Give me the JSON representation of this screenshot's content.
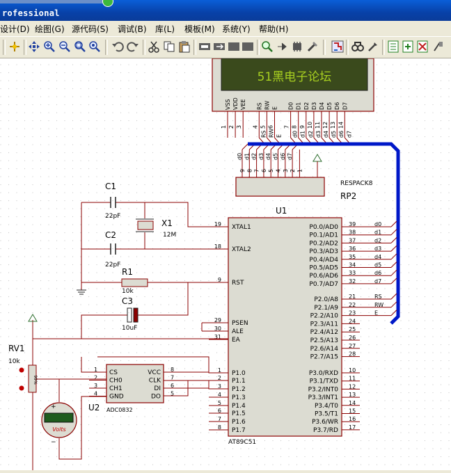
{
  "window": {
    "title": "rofessional"
  },
  "menu": [
    {
      "label": "设计(D)"
    },
    {
      "label": "绘图(G)"
    },
    {
      "label": "源代码(S)"
    },
    {
      "label": "调试(B)"
    },
    {
      "label": "库(L)"
    },
    {
      "label": "模板(M)"
    },
    {
      "label": "系统(Y)"
    },
    {
      "label": "帮助(H)"
    }
  ],
  "toolbar": [
    "add-component-icon",
    "move-icon",
    "zoom-in-icon",
    "zoom-out-icon",
    "zoom-area-icon",
    "zoom-all-icon",
    "undo-icon",
    "redo-icon",
    "cut-icon",
    "copy-icon",
    "paste-icon",
    "block-copy-icon",
    "block-move-icon",
    "block-rotate-icon",
    "block-delete-icon",
    "pick-device-icon",
    "make-device-icon",
    "package-tool-icon",
    "decompose-icon",
    "wire-autoroute-icon",
    "search-icon",
    "property-tool-icon",
    "design-explorer-icon",
    "new-sheet-icon",
    "delete-sheet-icon",
    "netlist-icon"
  ],
  "schematic": {
    "lcd": {
      "text": "51黑电子论坛",
      "pins": [
        "VSS",
        "VDD",
        "VEE",
        "RS",
        "RW",
        "E",
        "D0",
        "D1",
        "D2",
        "D3",
        "D4",
        "D5",
        "D6",
        "D7"
      ],
      "pin_numbers": [
        "1",
        "2",
        "3",
        "4",
        "5",
        "6",
        "7",
        "8",
        "9",
        "10",
        "11",
        "12",
        "13",
        "14"
      ],
      "nets": [
        "RS",
        "RW",
        "E",
        "d0",
        "d1",
        "d2",
        "d3",
        "d4",
        "d5",
        "d6",
        "d7"
      ]
    },
    "rp2": {
      "ref": "RP2",
      "value": "RESPACK8",
      "pin_numbers": [
        "9",
        "8",
        "7",
        "6",
        "5",
        "4",
        "3",
        "2",
        "1"
      ],
      "nets": [
        "d0",
        "d1",
        "d2",
        "d3",
        "d4",
        "d5",
        "d6",
        "d7"
      ]
    },
    "c1": {
      "ref": "C1",
      "value": "22pF"
    },
    "c2": {
      "ref": "C2",
      "value": "22pF"
    },
    "c3": {
      "ref": "C3",
      "value": "10uF"
    },
    "x1": {
      "ref": "X1",
      "value": "12M"
    },
    "r1": {
      "ref": "R1",
      "value": "10k"
    },
    "rv1": {
      "ref": "RV1",
      "value": "10k",
      "body": "99%"
    },
    "voltmeter": {
      "label": "Volts"
    },
    "u1": {
      "ref": "U1",
      "part": "AT89C51",
      "left_pins": [
        {
          "num": "19",
          "name": "XTAL1"
        },
        {
          "num": "18",
          "name": "XTAL2"
        },
        {
          "num": "9",
          "name": "RST"
        },
        {
          "num": "29",
          "name": "PSEN"
        },
        {
          "num": "30",
          "name": "ALE"
        },
        {
          "num": "31",
          "name": "EA"
        },
        {
          "num": "1",
          "name": "P1.0"
        },
        {
          "num": "2",
          "name": "P1.1"
        },
        {
          "num": "3",
          "name": "P1.2"
        },
        {
          "num": "4",
          "name": "P1.3"
        },
        {
          "num": "5",
          "name": "P1.4"
        },
        {
          "num": "6",
          "name": "P1.5"
        },
        {
          "num": "7",
          "name": "P1.6"
        },
        {
          "num": "8",
          "name": "P1.7"
        }
      ],
      "right_pins": [
        {
          "num": "39",
          "name": "P0.0/AD0",
          "net": "d0"
        },
        {
          "num": "38",
          "name": "P0.1/AD1",
          "net": "d1"
        },
        {
          "num": "37",
          "name": "P0.2/AD2",
          "net": "d2"
        },
        {
          "num": "36",
          "name": "P0.3/AD3",
          "net": "d3"
        },
        {
          "num": "35",
          "name": "P0.4/AD4",
          "net": "d4"
        },
        {
          "num": "34",
          "name": "P0.5/AD5",
          "net": "d5"
        },
        {
          "num": "33",
          "name": "P0.6/AD6",
          "net": "d6"
        },
        {
          "num": "32",
          "name": "P0.7/AD7",
          "net": "d7"
        },
        {
          "num": "21",
          "name": "P2.0/A8",
          "net": "RS"
        },
        {
          "num": "22",
          "name": "P2.1/A9",
          "net": "RW"
        },
        {
          "num": "23",
          "name": "P2.2/A10",
          "net": "E"
        },
        {
          "num": "24",
          "name": "P2.3/A11",
          "net": ""
        },
        {
          "num": "25",
          "name": "P2.4/A12",
          "net": ""
        },
        {
          "num": "26",
          "name": "P2.5/A13",
          "net": ""
        },
        {
          "num": "27",
          "name": "P2.6/A14",
          "net": ""
        },
        {
          "num": "28",
          "name": "P2.7/A15",
          "net": ""
        },
        {
          "num": "10",
          "name": "P3.0/RXD",
          "net": ""
        },
        {
          "num": "11",
          "name": "P3.1/TXD",
          "net": ""
        },
        {
          "num": "12",
          "name": "P3.2/INT0",
          "net": ""
        },
        {
          "num": "13",
          "name": "P3.3/INT1",
          "net": ""
        },
        {
          "num": "14",
          "name": "P3.4/T0",
          "net": ""
        },
        {
          "num": "15",
          "name": "P3.5/T1",
          "net": ""
        },
        {
          "num": "16",
          "name": "P3.6/WR",
          "net": ""
        },
        {
          "num": "17",
          "name": "P3.7/RD",
          "net": ""
        }
      ]
    },
    "u2": {
      "ref": "U2",
      "part": "ADC0832",
      "left_pins": [
        {
          "num": "1",
          "name": "CS"
        },
        {
          "num": "2",
          "name": "CH0"
        },
        {
          "num": "3",
          "name": "CH1"
        },
        {
          "num": "4",
          "name": "GND"
        }
      ],
      "right_pins": [
        {
          "num": "8",
          "name": "VCC"
        },
        {
          "num": "7",
          "name": "CLK"
        },
        {
          "num": "6",
          "name": "DI"
        },
        {
          "num": "5",
          "name": "DO"
        }
      ]
    }
  }
}
